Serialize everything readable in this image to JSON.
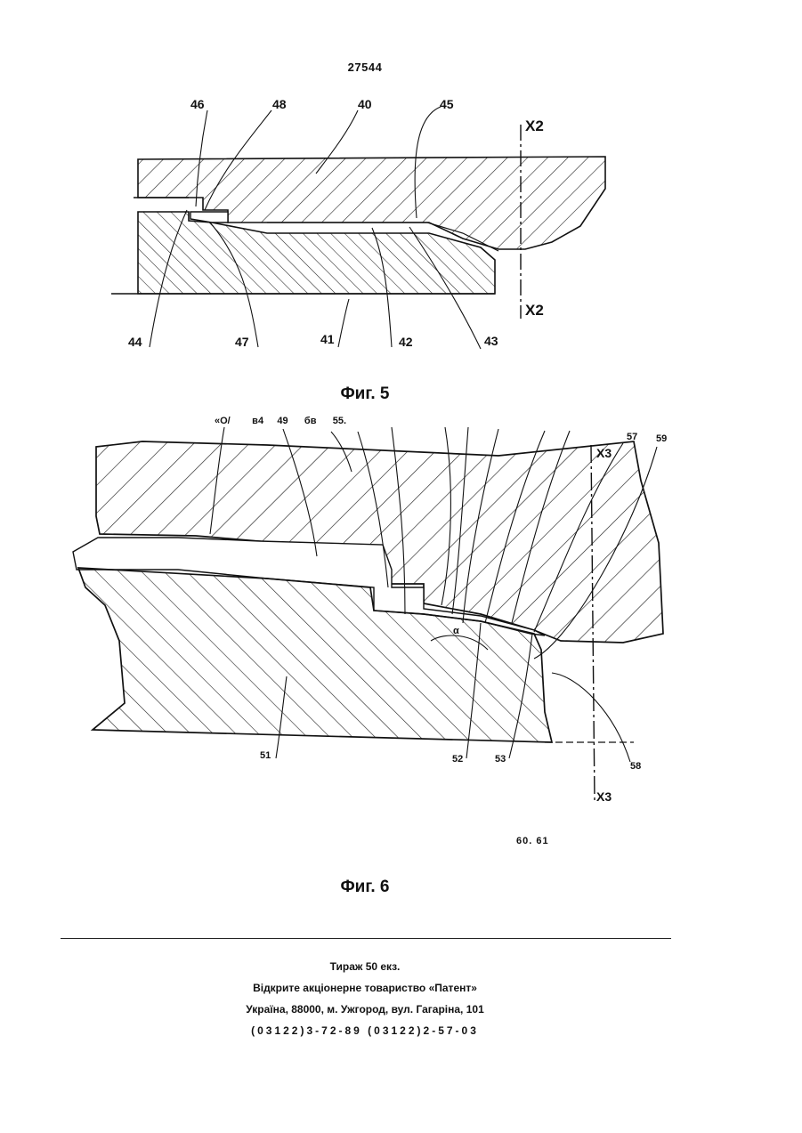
{
  "page_number": "27544",
  "figure5": {
    "caption": "Фиг. 5",
    "labels": {
      "l46": "46",
      "l48": "48",
      "l40": "40",
      "l45": "45",
      "l44": "44",
      "l47": "47",
      "l41": "41",
      "l42": "42",
      "l43": "43"
    },
    "section_top": "X2",
    "section_bottom": "X2"
  },
  "figure6": {
    "caption": "Фиг. 6",
    "labels": {
      "top_row": "«О/        в4     49      бв      55.",
      "l57": "57",
      "l59": "59",
      "l51": "51",
      "l52": "52",
      "l53": "53",
      "l58": "58",
      "alpha": "α",
      "l6061": "60. 61"
    },
    "section_top": "X3",
    "section_bottom": "X3"
  },
  "footer": {
    "line1": "Тираж 50 екз.",
    "line2": "Відкрите акціонерне товариство «Патент»",
    "line3": "Україна, 88000, м. Ужгород, вул. Гагаріна, 101",
    "line4": "(03122)3-72-89   (03122)2-57-03"
  }
}
